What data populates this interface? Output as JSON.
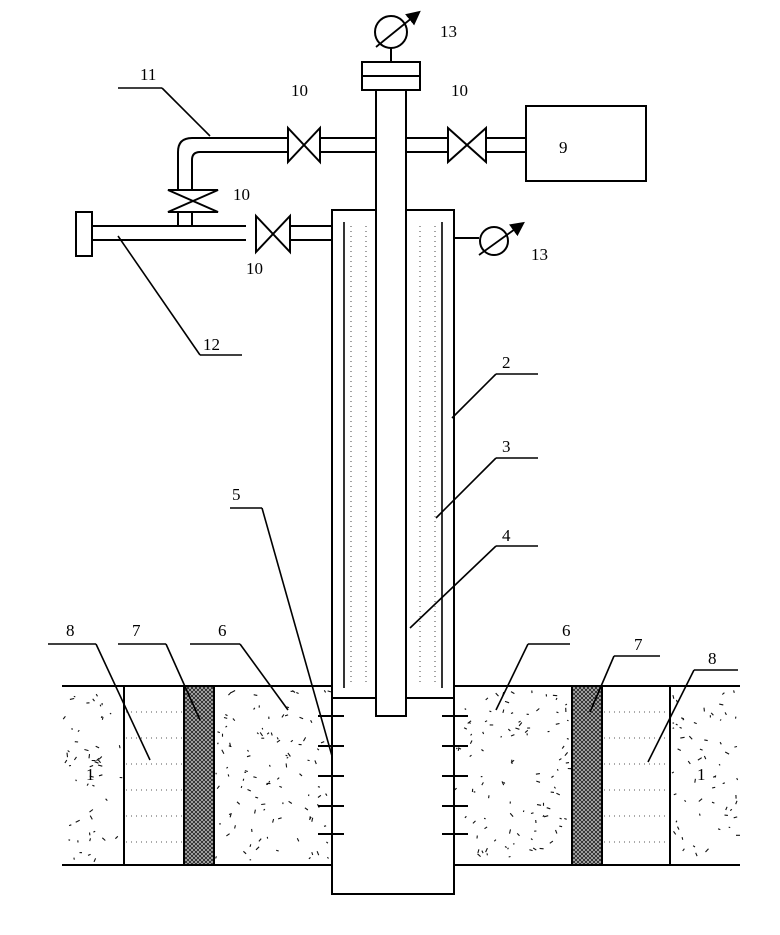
{
  "labels": {
    "l1": "1",
    "l2": "2",
    "l3": "3",
    "l4": "4",
    "l5": "5",
    "l6": "6",
    "l7": "7",
    "l8": "8",
    "l9": "9",
    "l10": "10",
    "l11": "11",
    "l12": "12",
    "l13": "13"
  }
}
